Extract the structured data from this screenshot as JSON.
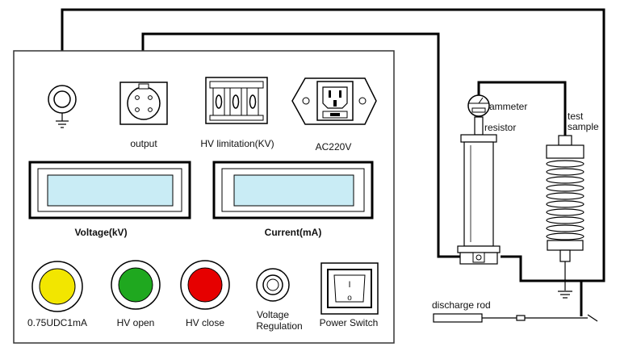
{
  "labels": {
    "output": "output",
    "hv_limitation": "HV limitation(KV)",
    "ac220v": "AC220V",
    "voltage_kv": "Voltage(kV)",
    "current_ma": "Current(mA)",
    "indicator_075": "0.75UDC1mA",
    "hv_open": "HV open",
    "hv_close": "HV close",
    "voltage_regulation_line1": "Voltage",
    "voltage_regulation_line2": "Regulation",
    "power_switch": "Power Switch",
    "ammeter": "ammeter",
    "resistor": "resistor",
    "test_sample_line1": "test",
    "test_sample_line2": "sample",
    "discharge_rod": "discharge rod"
  },
  "switch_marks": {
    "on": "I",
    "off": "o"
  },
  "colors": {
    "indicator_075": "#f2e600",
    "hv_open": "#1fa81f",
    "hv_close": "#e60000",
    "display": "#c9ecf5",
    "panel_bg": "#ffffff",
    "wire": "#000000"
  },
  "icons": {
    "ground": "ground-icon",
    "ammeter": "ammeter-icon"
  }
}
